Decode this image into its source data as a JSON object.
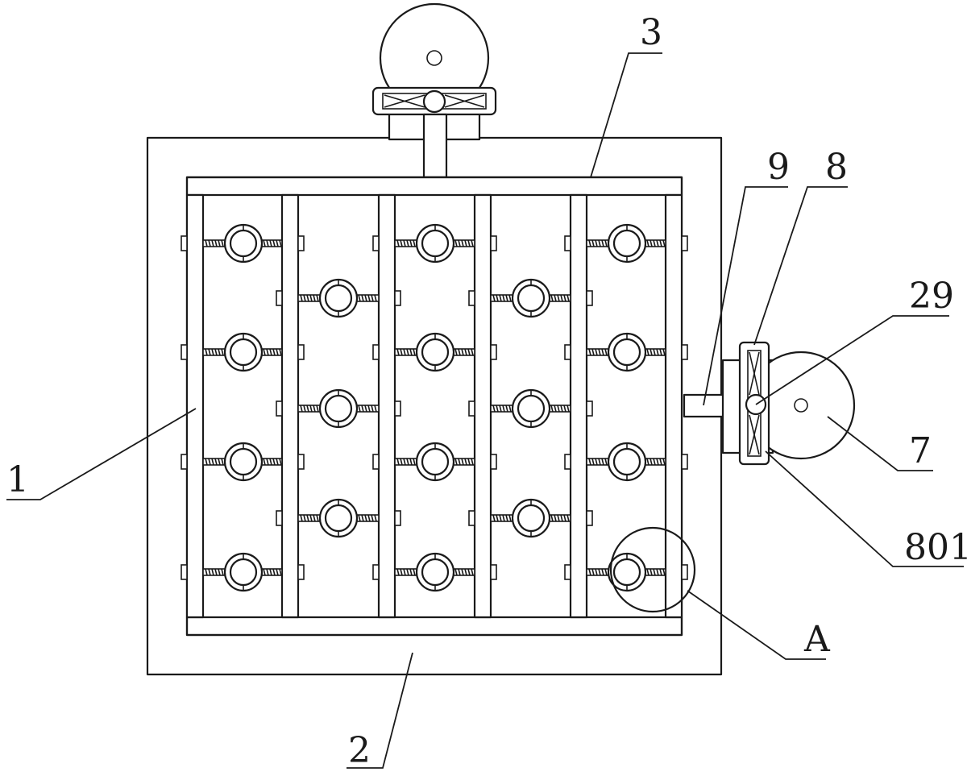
{
  "callouts": {
    "c1": "1",
    "c2": "2",
    "c3": "3",
    "c7": "7",
    "c8": "8",
    "c9": "9",
    "c29": "29",
    "c801": "801",
    "cA": "A"
  }
}
